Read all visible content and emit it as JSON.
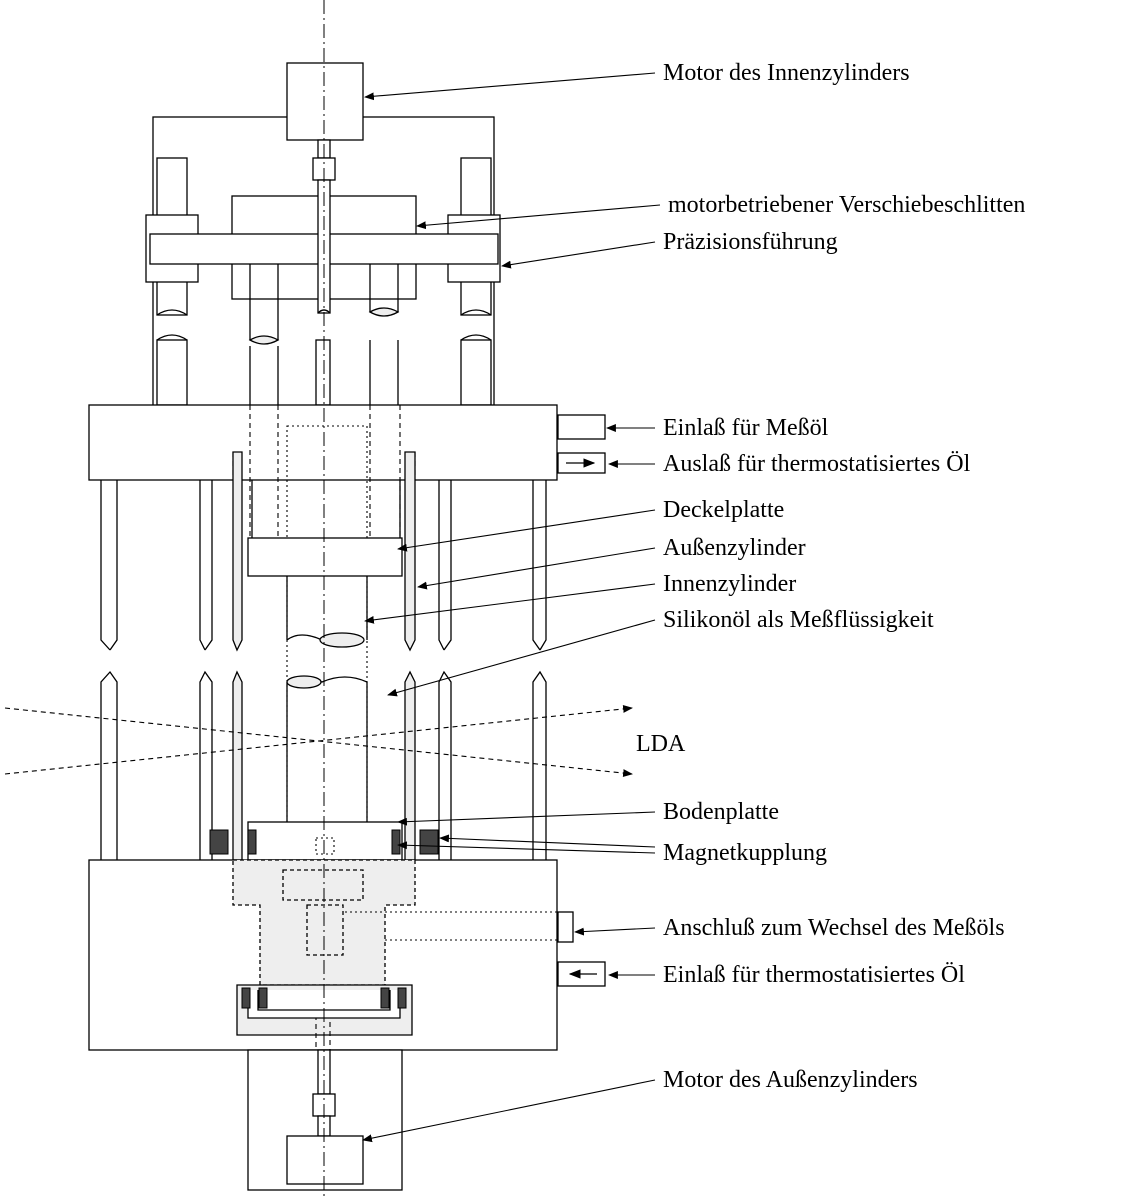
{
  "labels": {
    "motor_inner": "Motor des Innenzylinders",
    "carriage": "motorbetriebener Verschiebeschlitten",
    "guide": "Präzisionsführung",
    "inlet_measuring_oil": "Einlaß für Meßöl",
    "outlet_thermo_oil": "Auslaß für thermostatisiertes Öl",
    "cover_plate": "Deckelplatte",
    "outer_cylinder": "Außenzylinder",
    "inner_cylinder": "Innenzylinder",
    "silicone_oil": "Silikonöl als Meßflüssigkeit",
    "lda": "LDA",
    "base_plate": "Bodenplatte",
    "magnetic_coupling": "Magnetkupplung",
    "oil_change_port": "Anschluß zum Wechsel des Meßöls",
    "inlet_thermo_oil": "Einlaß für thermostatisiertes Öl",
    "motor_outer": "Motor des Außenzylinders"
  }
}
